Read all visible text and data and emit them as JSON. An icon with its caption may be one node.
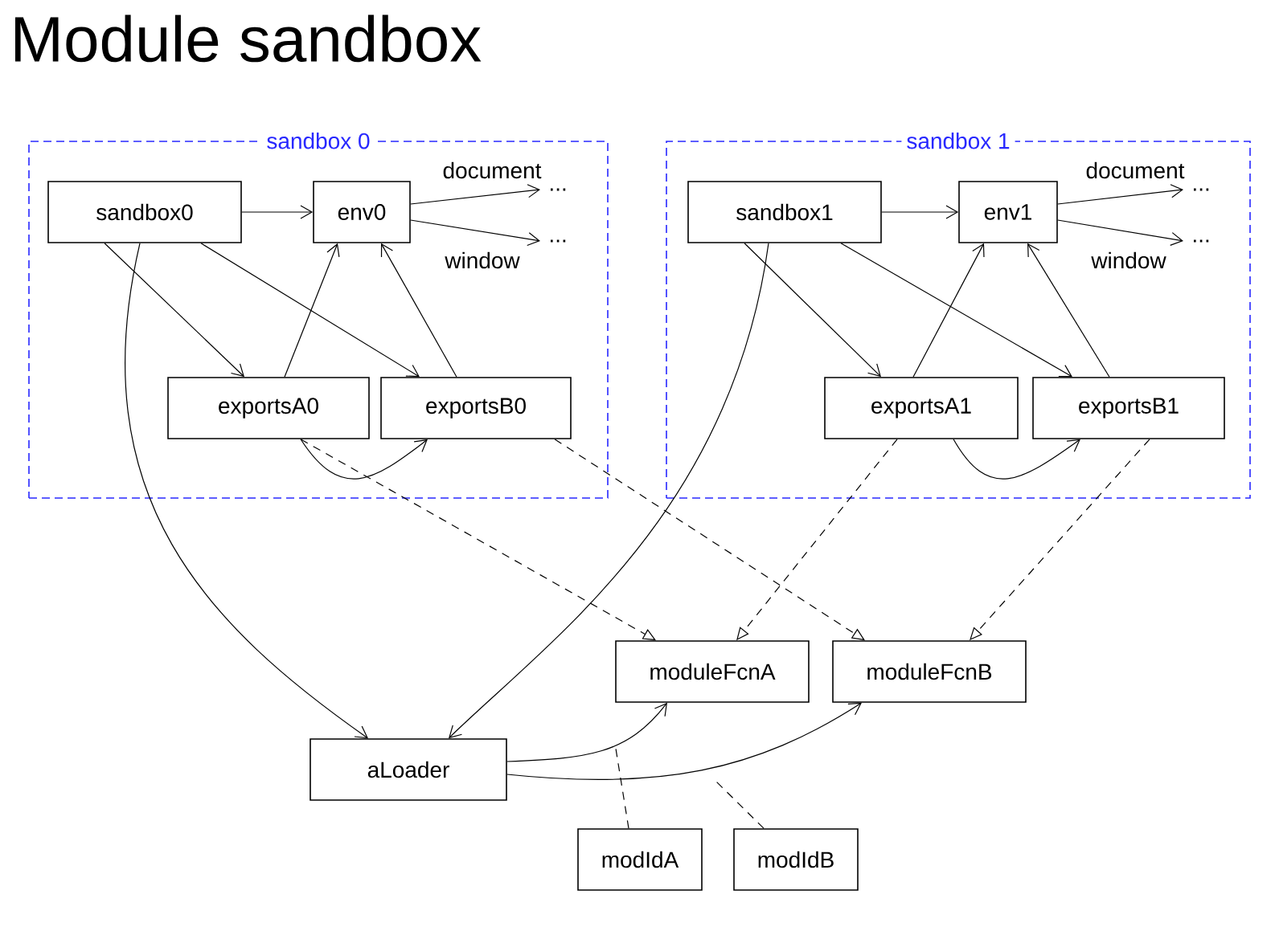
{
  "diagram": {
    "title": "Module sandbox",
    "nodes": [
      {
        "text": [
          "sandbox 0"
        ]
      },
      {
        "text": [
          "sandbox0"
        ],
        "in": 0
      },
      {
        "text": [
          "env0"
        ],
        "in": 0
      },
      {
        "text": [
          "exportsA0"
        ],
        "in": 0
      },
      {
        "text": [
          "exportsB0"
        ],
        "in": 0
      },
      {
        "text": [
          "..."
        ],
        "in": 0
      },
      {
        "text": [
          "..."
        ],
        "in": 0
      },
      {
        "text": [
          "sandbox 1"
        ]
      },
      {
        "text": [
          "sandbox1"
        ],
        "in": 7
      },
      {
        "text": [
          "env1"
        ],
        "in": 7
      },
      {
        "text": [
          "exportsA1"
        ],
        "in": 7
      },
      {
        "text": [
          "exportsB1"
        ],
        "in": 7
      },
      {
        "text": [
          "..."
        ],
        "in": 7
      },
      {
        "text": [
          "..."
        ],
        "in": 7
      },
      {
        "text": [
          "moduleFcnA"
        ]
      },
      {
        "text": [
          "moduleFcnB"
        ]
      },
      {
        "text": [
          "aLoader"
        ]
      },
      {
        "text": [
          "modIdA"
        ]
      },
      {
        "text": [
          "modIdB"
        ]
      }
    ],
    "edges": [
      {
        "from": 1,
        "to": 2,
        "arrow": "to"
      },
      {
        "from": 2,
        "to": 5,
        "arrow": "to",
        "label": "document"
      },
      {
        "from": 2,
        "to": 6,
        "arrow": "to",
        "label": "window"
      },
      {
        "from": 1,
        "to": 3,
        "arrow": "to"
      },
      {
        "from": 1,
        "to": 4,
        "arrow": "to"
      },
      {
        "from": 3,
        "to": 2,
        "arrow": "to"
      },
      {
        "from": 4,
        "to": 2,
        "arrow": "to"
      },
      {
        "from": 3,
        "to": 4,
        "arrow": "to"
      },
      {
        "from": 8,
        "to": 9,
        "arrow": "to"
      },
      {
        "from": 9,
        "to": 12,
        "arrow": "to",
        "label": "document"
      },
      {
        "from": 9,
        "to": 13,
        "arrow": "to",
        "label": "window"
      },
      {
        "from": 8,
        "to": 10,
        "arrow": "to"
      },
      {
        "from": 8,
        "to": 11,
        "arrow": "to"
      },
      {
        "from": 10,
        "to": 9,
        "arrow": "to"
      },
      {
        "from": 11,
        "to": 9,
        "arrow": "to"
      },
      {
        "from": 10,
        "to": 11,
        "arrow": "to"
      },
      {
        "from": 1,
        "to": 16,
        "arrow": "to"
      },
      {
        "from": 8,
        "to": 16,
        "arrow": "to"
      },
      {
        "from": 3,
        "to": 14,
        "arrow": "to",
        "style": "dashed"
      },
      {
        "from": 4,
        "to": 15,
        "arrow": "to",
        "style": "dashed"
      },
      {
        "from": 10,
        "to": 14,
        "arrow": "to",
        "style": "dashed"
      },
      {
        "from": 11,
        "to": 15,
        "arrow": "to",
        "style": "dashed"
      },
      {
        "from": 16,
        "to": 14,
        "arrow": "to"
      },
      {
        "from": 16,
        "to": 15,
        "arrow": "to"
      },
      {
        "from": 17,
        "to": null,
        "arrow": "none",
        "style": "dashed"
      },
      {
        "from": 18,
        "to": null,
        "arrow": "none",
        "style": "dashed"
      }
    ]
  }
}
